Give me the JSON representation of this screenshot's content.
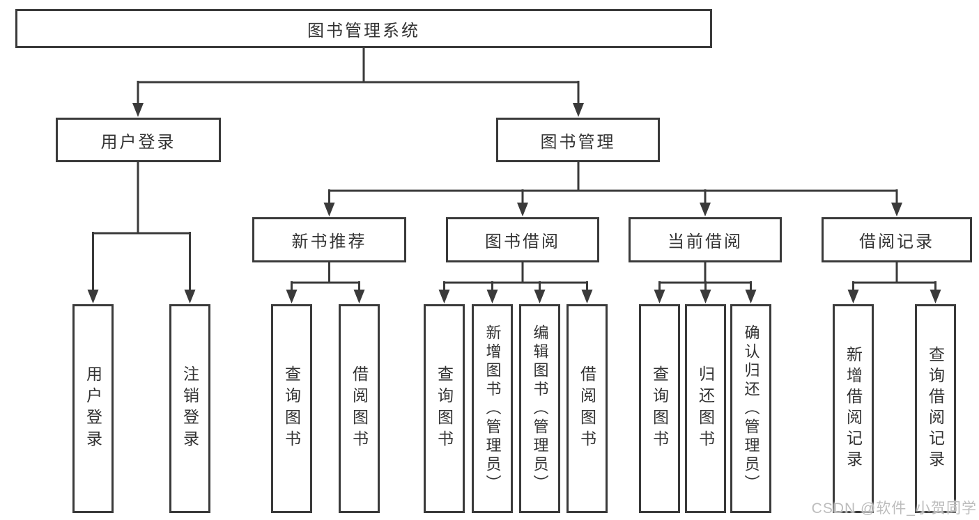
{
  "tree": {
    "root": "图书管理系统",
    "branches": [
      {
        "label": "用户登录",
        "children": [
          "用户登录",
          "注销登录"
        ]
      },
      {
        "label": "图书管理",
        "groups": [
          {
            "label": "新书推荐",
            "children": [
              "查询图书",
              "借阅图书"
            ]
          },
          {
            "label": "图书借阅",
            "children": [
              "查询图书",
              "新增图书（管理员）",
              "编辑图书（管理员）",
              "借阅图书"
            ]
          },
          {
            "label": "当前借阅",
            "children": [
              "查询图书",
              "归还图书",
              "确认归还（管理员）"
            ]
          },
          {
            "label": "借阅记录",
            "children": [
              "新增借阅记录",
              "查询借阅记录"
            ]
          }
        ]
      }
    ]
  },
  "watermark": "CSDN @软件_小贺同学",
  "colors": {
    "line": "#3a3a3a",
    "box_border": "#3a3a3a",
    "text": "#333333",
    "watermark": "#bdbdbd",
    "background": "#ffffff"
  }
}
